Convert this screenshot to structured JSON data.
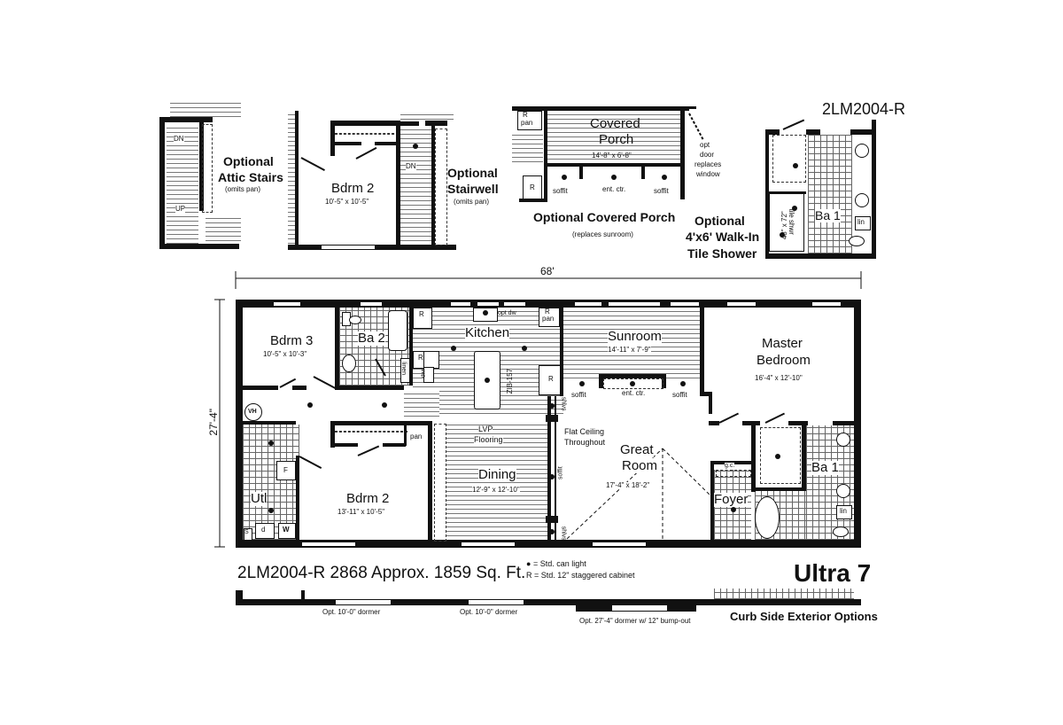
{
  "plan_id": "2LM2004-R",
  "model_name": "Ultra 7",
  "footer": {
    "plan_line": "2LM2004-R 2868  Approx. 1859 Sq. Ft.",
    "legend": [
      {
        "symbol": "●",
        "text": "= Std. can light"
      },
      {
        "symbol": "R",
        "text": "= Std. 12\" staggered cabinet"
      }
    ],
    "exterior_title": "Curb Side Exterior Options",
    "exterior_options": [
      "Opt. 10'-0\" dormer",
      "Opt. 10'-0\" dormer",
      "Opt. 27'-4\" dormer w/ 12\" bump-out"
    ]
  },
  "dimensions": {
    "overall_width": "68'",
    "overall_depth": "27'-4\""
  },
  "options": {
    "attic_stairs": {
      "title_1": "Optional",
      "title_2": "Attic Stairs",
      "note": "(omits pan)",
      "dn": "DN",
      "up": "UP"
    },
    "stairwell": {
      "title_1": "Optional",
      "title_2": "Stairwell",
      "note": "(omits pan)",
      "dn": "DN",
      "room": "Bdrm 2",
      "room_dim": "10'-5\" x 10'-5\""
    },
    "covered_porch": {
      "title": "Optional Covered Porch",
      "note": "(replaces sunroom)",
      "room_1": "Covered",
      "room_2": "Porch",
      "room_dim": "14'-8\" x 6'-8\"",
      "soffit_left": "soffit",
      "ent_ctr": "ent. ctr.",
      "soffit_right": "soffit",
      "r_pan_r": "R",
      "r_pan_pan": "pan",
      "r_cab": "R",
      "door_note_1": "opt",
      "door_note_2": "door",
      "door_note_3": "replaces",
      "door_note_4": "window"
    },
    "walk_in_shower": {
      "title_1": "Optional",
      "title_2": "4'x6' Walk-In",
      "title_3": "Tile Shower",
      "room": "Ba 1",
      "shower_dim": "48\" x 72\"",
      "shower_label": "tile shwr",
      "lin": "lin"
    }
  },
  "rooms": {
    "bdrm3": {
      "name": "Bdrm 3",
      "dim": "10'-5\" x 10'-3\""
    },
    "ba2": {
      "name": "Ba 2",
      "linen": "linen",
      "dwr": "dwr"
    },
    "kitchen": {
      "name": "Kitchen",
      "opt_dw": "opt dw",
      "r1": "R",
      "r2": "R",
      "r3": "R",
      "r_pan_r": "R",
      "r_pan_pan": "pan",
      "island": "ZIB-157"
    },
    "sunroom": {
      "name": "Sunroom",
      "dim": "14'-11\" x 7'-9\"",
      "soffit_left": "soffit",
      "ent_ctr": "ent. ctr.",
      "soffit_right": "soffit"
    },
    "master": {
      "name_1": "Master",
      "name_2": "Bedroom",
      "dim": "16'-4\" x 12'-10\""
    },
    "vh": {
      "label": "VH"
    },
    "utl": {
      "name": "Utl",
      "f": "F",
      "d": "d",
      "w": "W",
      "s": "S"
    },
    "bdrm2": {
      "name": "Bdrm 2",
      "dim": "13'-11\" x 10'-5\"",
      "pan": "pan"
    },
    "dining": {
      "name": "Dining",
      "dim": "12'-9\" x 12'-10\"",
      "floor_1": "LVP",
      "floor_2": "Flooring"
    },
    "great_room": {
      "name_1": "Great",
      "name_2": "Room",
      "dim": "17'-4\" x 18'-2\"",
      "ceiling_1": "Flat Ceiling",
      "ceiling_2": "Throughout",
      "soffit": "soffit",
      "shlvs_top": "shlvs",
      "shlvs_bottom": "shlvs"
    },
    "foyer": {
      "name": "Foyer",
      "gc": "g.c."
    },
    "ba1": {
      "name": "Ba 1",
      "lin": "lin"
    }
  }
}
